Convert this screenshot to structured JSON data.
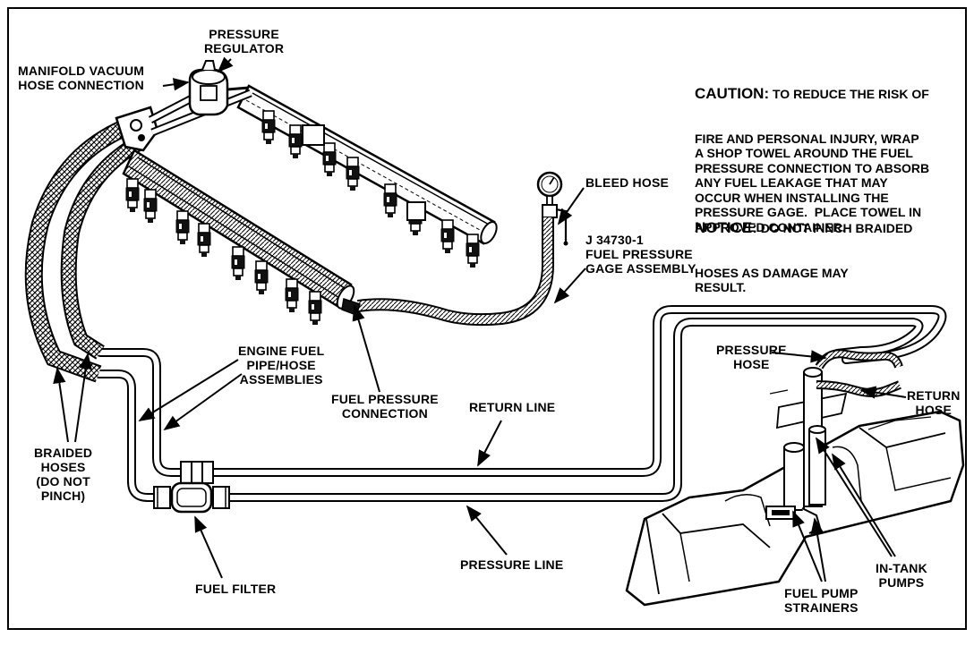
{
  "labels": {
    "pressure_regulator": "PRESSURE\nREGULATOR",
    "manifold_vacuum": "MANIFOLD VACUUM\nHOSE CONNECTION",
    "bleed_hose": "BLEED HOSE",
    "gage_assembly": "J 34730-1\nFUEL PRESSURE\nGAGE ASSEMBLY",
    "engine_fuel_pipe": "ENGINE FUEL\nPIPE/HOSE\nASSEMBLIES",
    "fuel_pressure_connection": "FUEL PRESSURE\nCONNECTION",
    "return_line": "RETURN LINE",
    "pressure_line": "PRESSURE LINE",
    "fuel_filter": "FUEL FILTER",
    "braided_hoses": "BRAIDED\nHOSES\n(DO NOT\nPINCH)",
    "pressure_hose": "PRESSURE\nHOSE",
    "return_hose": "RETURN\nHOSE",
    "in_tank_pumps": "IN-TANK\nPUMPS",
    "fuel_pump_strainers": "FUEL PUMP\nSTRAINERS"
  },
  "caution": {
    "heading": "CAUTION:",
    "text_first": "TO REDUCE THE RISK OF",
    "text_rest": "FIRE AND PERSONAL INJURY, WRAP\nA SHOP TOWEL AROUND THE FUEL\nPRESSURE CONNECTION TO ABSORB\nANY FUEL LEAKAGE THAT MAY\nOCCUR WHEN INSTALLING THE\nPRESSURE GAGE.  PLACE TOWEL IN\nAPPROVED CONTAINER."
  },
  "notice": {
    "heading": "NOTICE:",
    "text_first": "DO NOT PINCH BRAIDED",
    "text_rest": "HOSES AS DAMAGE MAY\nRESULT."
  }
}
